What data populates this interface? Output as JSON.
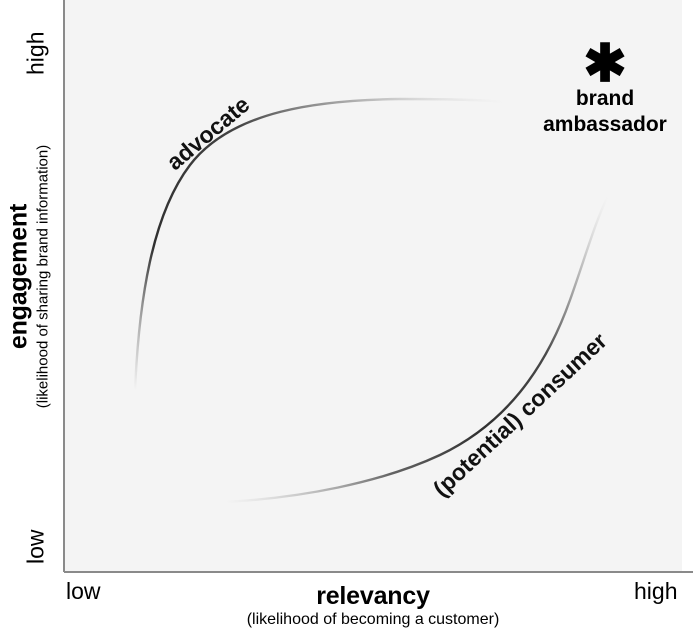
{
  "chart_data": {
    "type": "line",
    "title": "",
    "xlabel": "relevancy",
    "xlabel_sub": "(likelihood of becoming a customer)",
    "ylabel": "engagement",
    "ylabel_sub": "(likelihood of sharing brand information)",
    "xlim": [
      "low",
      "high"
    ],
    "ylim": [
      "low",
      "high"
    ],
    "x_ticks": [
      "low",
      "high"
    ],
    "y_ticks": [
      "low",
      "high"
    ],
    "grid": false,
    "legend": "none",
    "series": [
      {
        "name": "advocate",
        "description": "Concave curve rising steeply from low relevancy and saturating at high engagement",
        "x": [
          0.11,
          0.13,
          0.16,
          0.2,
          0.26,
          0.33,
          0.42,
          0.52,
          0.63,
          0.71
        ],
        "y": [
          0.33,
          0.45,
          0.57,
          0.67,
          0.75,
          0.8,
          0.83,
          0.82,
          0.82,
          0.82
        ],
        "stroke": "#3a3a3a",
        "fade": "both-ends"
      },
      {
        "name": "(potential) consumer",
        "description": "Convex curve staying low until high relevancy then rising steeply to high engagement",
        "x": [
          0.26,
          0.36,
          0.46,
          0.56,
          0.65,
          0.73,
          0.8,
          0.85,
          0.87,
          0.88
        ],
        "y": [
          0.12,
          0.13,
          0.16,
          0.21,
          0.29,
          0.41,
          0.56,
          0.72,
          0.55,
          0.65
        ],
        "stroke": "#3a3a3a",
        "fade": "both-ends"
      }
    ],
    "annotations": [
      {
        "name": "brand-ambassador",
        "icon": "asterisk-star-icon",
        "glyph": "✱",
        "line1": "brand",
        "line2": "ambassador",
        "x": 0.88,
        "y": 0.9
      },
      {
        "name": "advocate-label",
        "text": "advocate",
        "rotation": -40
      },
      {
        "name": "consumer-label",
        "text": "(potential) consumer",
        "rotation": -43
      }
    ],
    "colors": {
      "plot_background": "#f4f4f4",
      "page_background": "#ffffff",
      "axis_line": "#8a8a8a",
      "curve": "#3a3a3a",
      "text": "#000000"
    }
  },
  "axes": {
    "y": {
      "title_main": "engagement",
      "title_sub": "(likelihood of sharing brand information)",
      "tick_high": "high",
      "tick_low": "low"
    },
    "x": {
      "title_main": "relevancy",
      "title_sub": "(likelihood of becoming a customer)",
      "tick_high": "high",
      "tick_low": "low"
    }
  },
  "labels": {
    "advocate": "advocate",
    "consumer": "(potential) consumer"
  },
  "annotation": {
    "star_glyph": "✱",
    "line1": "brand",
    "line2": "ambassador"
  }
}
